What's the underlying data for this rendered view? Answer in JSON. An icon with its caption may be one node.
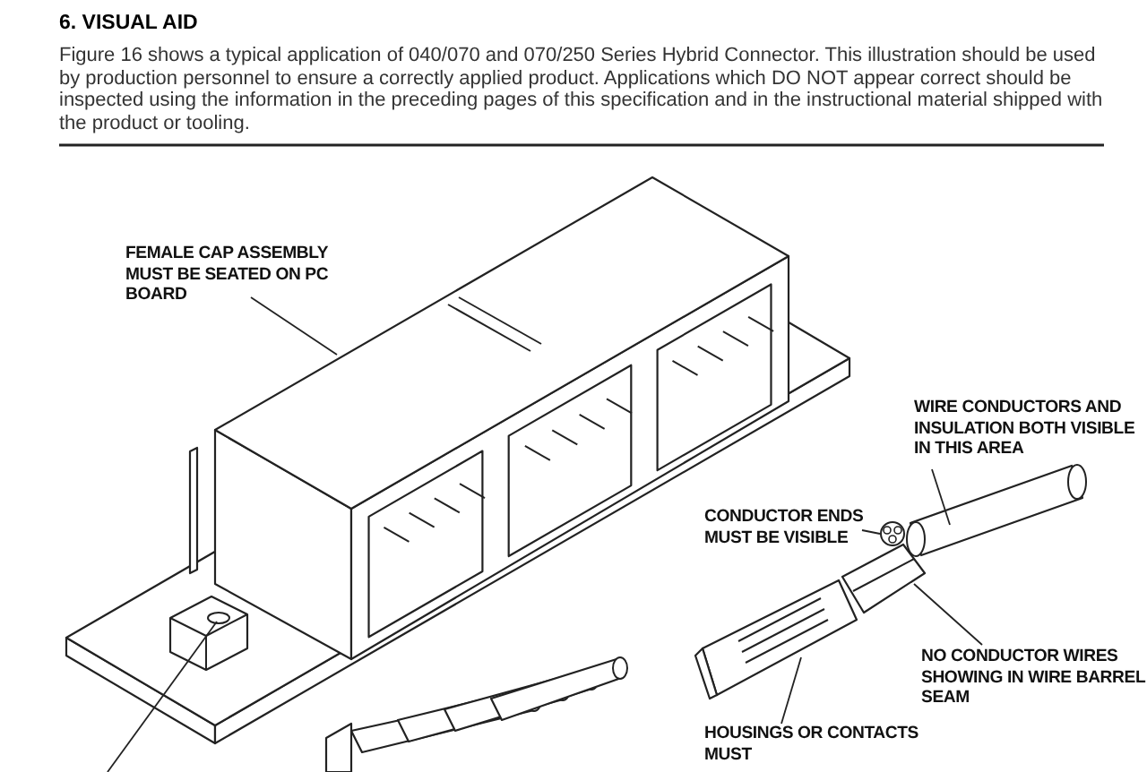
{
  "diagram": {
    "title": "6. VISUAL AID",
    "nodes": [
      {
        "text": [
          "FEMALE CAP ASSEMBLY MUST BE SEATED ON PC BOARD"
        ]
      },
      {
        "text": [],
        "shape": "picture"
      },
      {
        "text": [
          "WIRE CONDUCTORS AND INSULATION BOTH VISIBLE IN THIS AREA"
        ]
      },
      {
        "text": [],
        "shape": "picture"
      },
      {
        "text": [
          "CONDUCTOR ENDS MUST BE VISIBLE"
        ]
      },
      {
        "text": [],
        "shape": "picture"
      },
      {
        "text": [
          "NO CONDUCTOR WIRES SHOWING IN WIRE BARREL SEAM"
        ]
      },
      {
        "text": [],
        "shape": "picture"
      },
      {
        "text": [
          "HOUSINGS OR CONTACTS MUST"
        ]
      },
      {
        "text": [],
        "shape": "picture"
      },
      {
        "text": [],
        "shape": "picture"
      }
    ],
    "edges": [
      {
        "from": 0,
        "to": 1,
        "arrow": "none"
      },
      {
        "from": 2,
        "to": 3,
        "arrow": "none"
      },
      {
        "from": 4,
        "to": 5,
        "arrow": "none"
      },
      {
        "from": 6,
        "to": 7,
        "arrow": "none"
      },
      {
        "from": 8,
        "to": 9,
        "arrow": "none"
      },
      {
        "from": null,
        "to": 10,
        "arrow": "none"
      }
    ],
    "labels": [
      "Figure 16 shows a typical application of 040/070 and 070/250 Series Hybrid Connector. This illustration should be used by production personnel to ensure a correctly applied product. Applications which DO NOT appear correct should be inspected using the information in the preceding pages of this specification and in the instructional material shipped with the product or tooling."
    ]
  }
}
